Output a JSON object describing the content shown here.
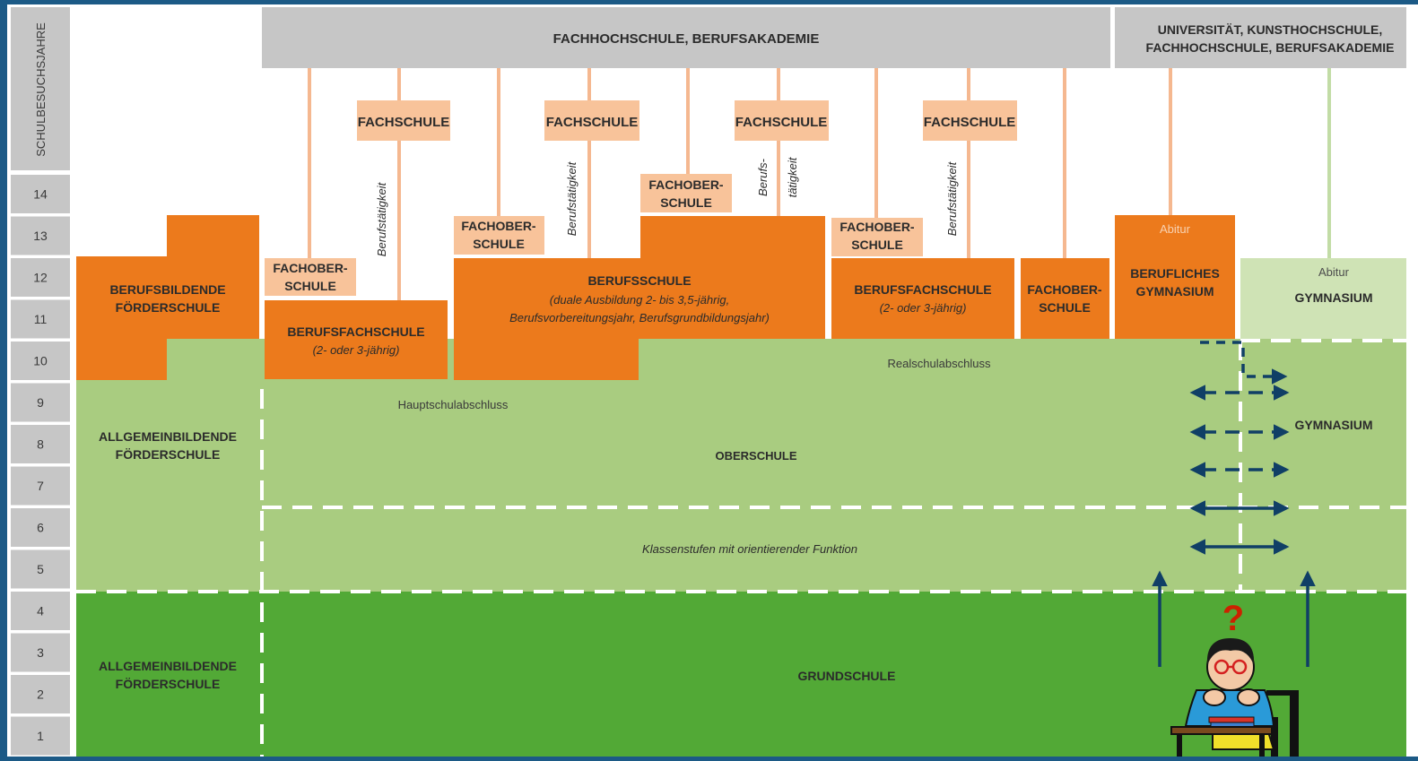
{
  "axis": {
    "title": "SCHULBESUCHSJAHRE",
    "years": [
      "14",
      "13",
      "12",
      "11",
      "10",
      "9",
      "8",
      "7",
      "6",
      "5",
      "4",
      "3",
      "2",
      "1"
    ]
  },
  "institutions": {
    "fachhochschule_top": "FACHHOCHSCHULE, BERUFSAKADEMIE",
    "universitaet_line1": "UNIVERSITÄT, KUNSTHOCHSCHULE,",
    "universitaet_line2": "FACHHOCHSCHULE, BERUFSAKADEMIE"
  },
  "fachschule_label": "FACHSCHULE",
  "fachoberschule": {
    "line1": "FACHOBER-",
    "line2": "SCHULE"
  },
  "berufstaetigkeit": "Berufstätigkeit",
  "berufstaetigkeit_split": {
    "part1": "Berufs-",
    "part2": "tätigkeit"
  },
  "berufsbildende_foerderschule": {
    "line1": "BERUFSBILDENDE",
    "line2": "FÖRDERSCHULE"
  },
  "berufsfachschule_left": {
    "title": "BERUFSFACHSCHULE",
    "sub": "(2- oder 3-jährig)"
  },
  "berufsschule": {
    "title": "BERUFSSCHULE",
    "sub1": "(duale Ausbildung 2- bis 3,5-jährig,",
    "sub2": "Berufsvorbereitungsjahr, Berufsgrundbildungsjahr)"
  },
  "berufsfachschule_right": {
    "title": "BERUFSFACHSCHULE",
    "sub": "(2- oder 3-jährig)"
  },
  "berufliches_gymnasium": {
    "abitur": "Abitur",
    "line1": "BERUFLICHES",
    "line2": "GYMNASIUM"
  },
  "gymnasium_upper": {
    "abitur": "Abitur",
    "label": "GYMNASIUM"
  },
  "gymnasium_lower": "GYMNASIUM",
  "realschulabschluss": "Realschulabschluss",
  "hauptschulabschluss": "Hauptschulabschluss",
  "oberschule": "OBERSCHULE",
  "klassenstufen": "Klassenstufen mit orientierender Funktion",
  "allgemeinbildende_foerderschule": {
    "line1": "ALLGEMEINBILDENDE",
    "line2": "FÖRDERSCHULE"
  },
  "grundschule": "GRUNDSCHULE",
  "question_mark": "?",
  "colors": {
    "frame": "#1c5a86",
    "gray": "#c6c6c6",
    "orange": "#ec7a1c",
    "peach": "#f8c39a",
    "light_green": "#a9cc80",
    "pale_green": "#cfe3b5",
    "dark_green": "#52a936",
    "arrow": "#103f66",
    "question": "#cc2200"
  }
}
